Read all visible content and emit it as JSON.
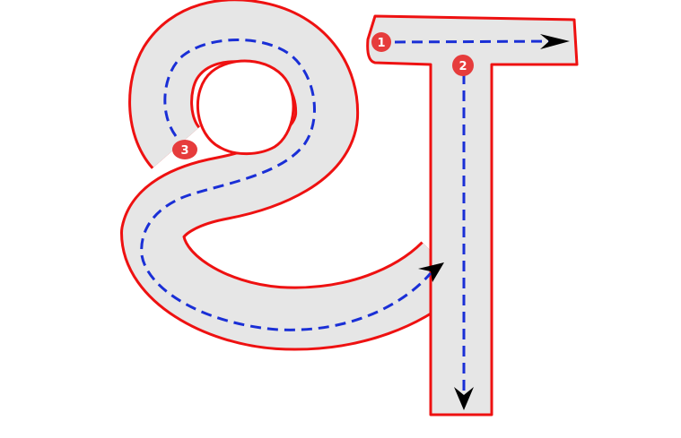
{
  "diagram": {
    "type": "letter-tracing-guide",
    "colors": {
      "outline": "#ee1111",
      "fill": "#e6e6e6",
      "guide_stroke": "#1a2fd6",
      "arrow": "#000000",
      "step_badge": "#e63c3c",
      "step_text": "#ffffff"
    },
    "steps": [
      {
        "number": "1"
      },
      {
        "number": "2"
      },
      {
        "number": "3"
      }
    ]
  }
}
